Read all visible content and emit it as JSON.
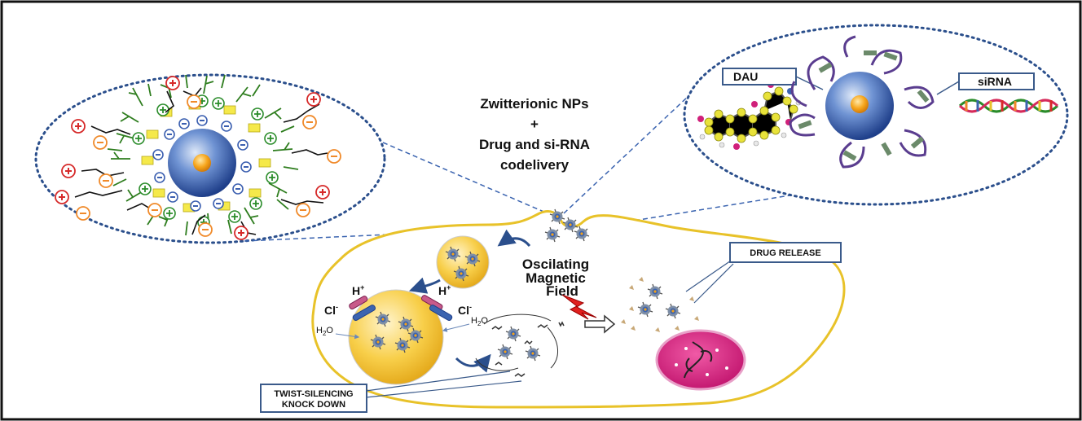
{
  "center_text": {
    "line1": "Zwitterionic NPs",
    "line2": "+",
    "line3": "Drug and si-RNA",
    "line4": "codelivery"
  },
  "labels": {
    "dau": "DAU",
    "sirna": "siRNA",
    "drug_release": "DRUG RELEASE",
    "twist_line1": "TWIST-SILENCING",
    "twist_line2": "KNOCK DOWN",
    "field_line1": "Oscilating",
    "field_line2": "Magnetic",
    "field_line3": "Field",
    "h_plus_left": "H",
    "h_plus_right": "H",
    "plus_sup": "+",
    "cl_left": "Cl",
    "cl_right": "Cl",
    "minus_sup": "-",
    "h2o_left": "H",
    "h2o_right": "H",
    "h2o_sub": "2",
    "h2o_o": "O"
  },
  "charges": {
    "plus": "+",
    "minus": "−"
  },
  "colors": {
    "cell_outline": "#e8c229",
    "dotted_circle": "#2b4f8c",
    "nanoparticle_core": "#f4a21a",
    "nanoparticle_shell": "#3b64b0",
    "positive_charge_red": "#d62a2a",
    "positive_charge_green": "#2a8c2a",
    "negative_charge_orange": "#f08a2a",
    "negative_charge_blue": "#3b5fb0",
    "vesicle_fill": "#f7cf45",
    "lysosome_fill": "#d81b7a",
    "lightning": "#e0201e"
  }
}
